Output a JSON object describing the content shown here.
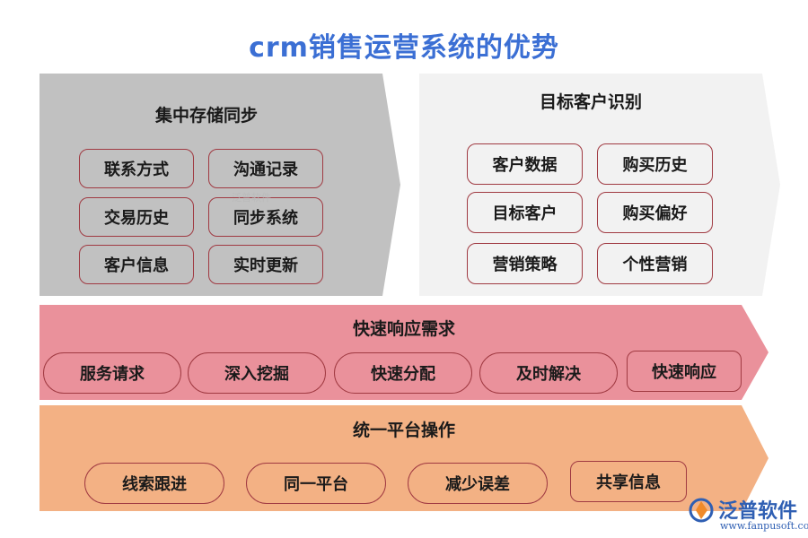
{
  "title": "crm销售运营系统的优势",
  "colors": {
    "title": "#3b6fd4",
    "panel_gray": "#c1c1c1",
    "panel_light": "#f2f2f2",
    "panel_pink": "#ea919b",
    "panel_orange": "#f3b184",
    "chip_border": "#a03a42"
  },
  "panels": {
    "storage": {
      "title": "集中存储同步",
      "items": [
        "联系方式",
        "沟通记录",
        "交易历史",
        "同步系统",
        "客户信息",
        "实时更新"
      ]
    },
    "target": {
      "title": "目标客户识别",
      "items": [
        "客户数据",
        "购买历史",
        "目标客户",
        "购买偏好",
        "营销策略",
        "个性营销"
      ]
    },
    "response": {
      "title": "快速响应需求",
      "items": [
        "服务请求",
        "深入挖掘",
        "快速分配",
        "及时解决",
        "快速响应"
      ]
    },
    "platform": {
      "title": "统一平台操作",
      "items": [
        "线索跟进",
        "同一平台",
        "减少误差",
        "共享信息"
      ]
    }
  },
  "watermark": "泛普软件",
  "logo": {
    "name": "泛普软件",
    "url": "www.fanpusoft.com"
  }
}
